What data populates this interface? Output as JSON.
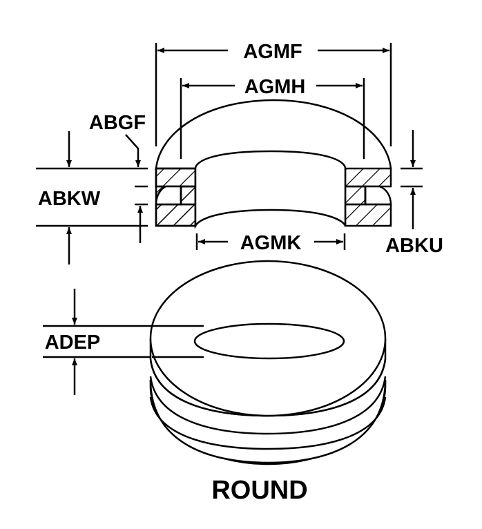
{
  "labels": {
    "agmf": "AGMF",
    "agmh": "AGMH",
    "abgf": "ABGF",
    "abkw": "ABKW",
    "agmk": "AGMK",
    "abku": "ABKU",
    "adep": "ADEP"
  },
  "caption": "ROUND",
  "colors": {
    "line": "#000000",
    "background": "#ffffff"
  }
}
